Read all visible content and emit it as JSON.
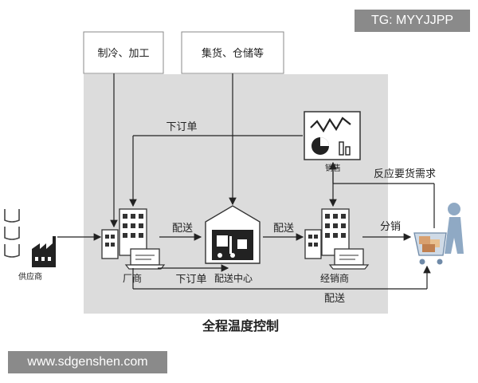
{
  "watermark_top": "TG: MYYJJPP",
  "watermark_bottom": "www.sdgenshen.com",
  "title": "全程温度控制",
  "boxes": {
    "refrigeration": "制冷、加工",
    "collection": "集货、仓储等"
  },
  "nodes": {
    "supplier": "供应商",
    "manufacturer": "厂商",
    "distribution_center": "配送中心",
    "distributor": "经销商",
    "retail": "销售"
  },
  "edges": {
    "order_top": "下订单",
    "deliver_1": "配送",
    "deliver_2": "配送",
    "order_bottom": "下订单",
    "deliver_bottom": "配送",
    "sale": "分销",
    "feedback": "反应要货需求"
  },
  "colors": {
    "panel": "#dcdcdc",
    "box_border": "#888888",
    "line": "#222222",
    "overlay": "#8a8a8a"
  }
}
